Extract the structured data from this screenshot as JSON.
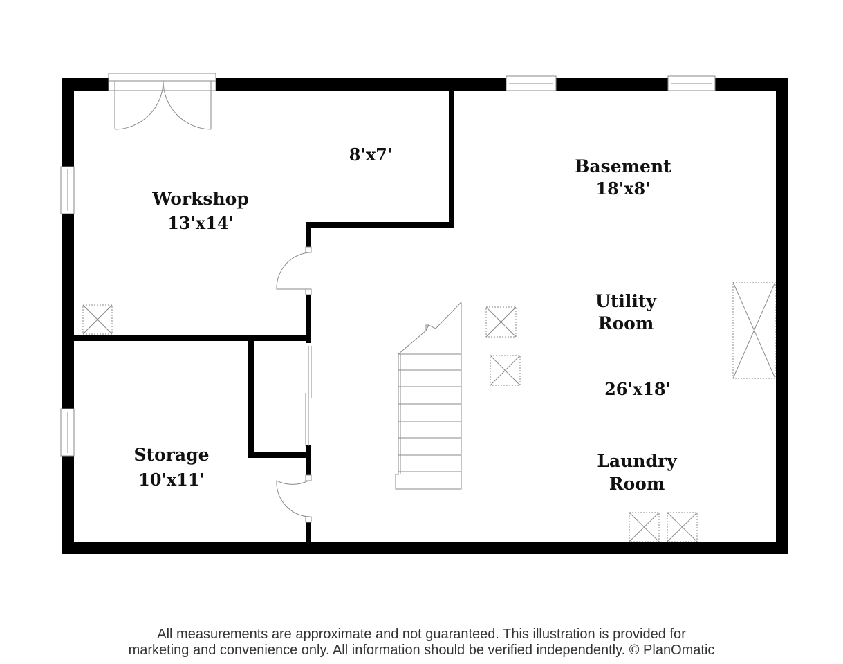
{
  "rooms": {
    "workshop": {
      "name": "Workshop",
      "size": "13'x14'"
    },
    "closet": {
      "size": "8'x7'"
    },
    "basement": {
      "name": "Basement",
      "size": "18'x8'"
    },
    "utility": {
      "name_line1": "Utility",
      "name_line2": "Room",
      "size": "26'x18'"
    },
    "laundry": {
      "name_line1": "Laundry",
      "name_line2": "Room"
    },
    "storage": {
      "name": "Storage",
      "size": "10'x11'"
    }
  },
  "disclaimer": {
    "line1": "All measurements are approximate and not guaranteed. This illustration is provided for",
    "line2": "marketing and convenience only. All information should be verified independently. © PlanOmatic"
  },
  "colors": {
    "wall": "#000000",
    "fixture_line": "#8a8a8a",
    "text": "#111111",
    "background": "#ffffff"
  }
}
